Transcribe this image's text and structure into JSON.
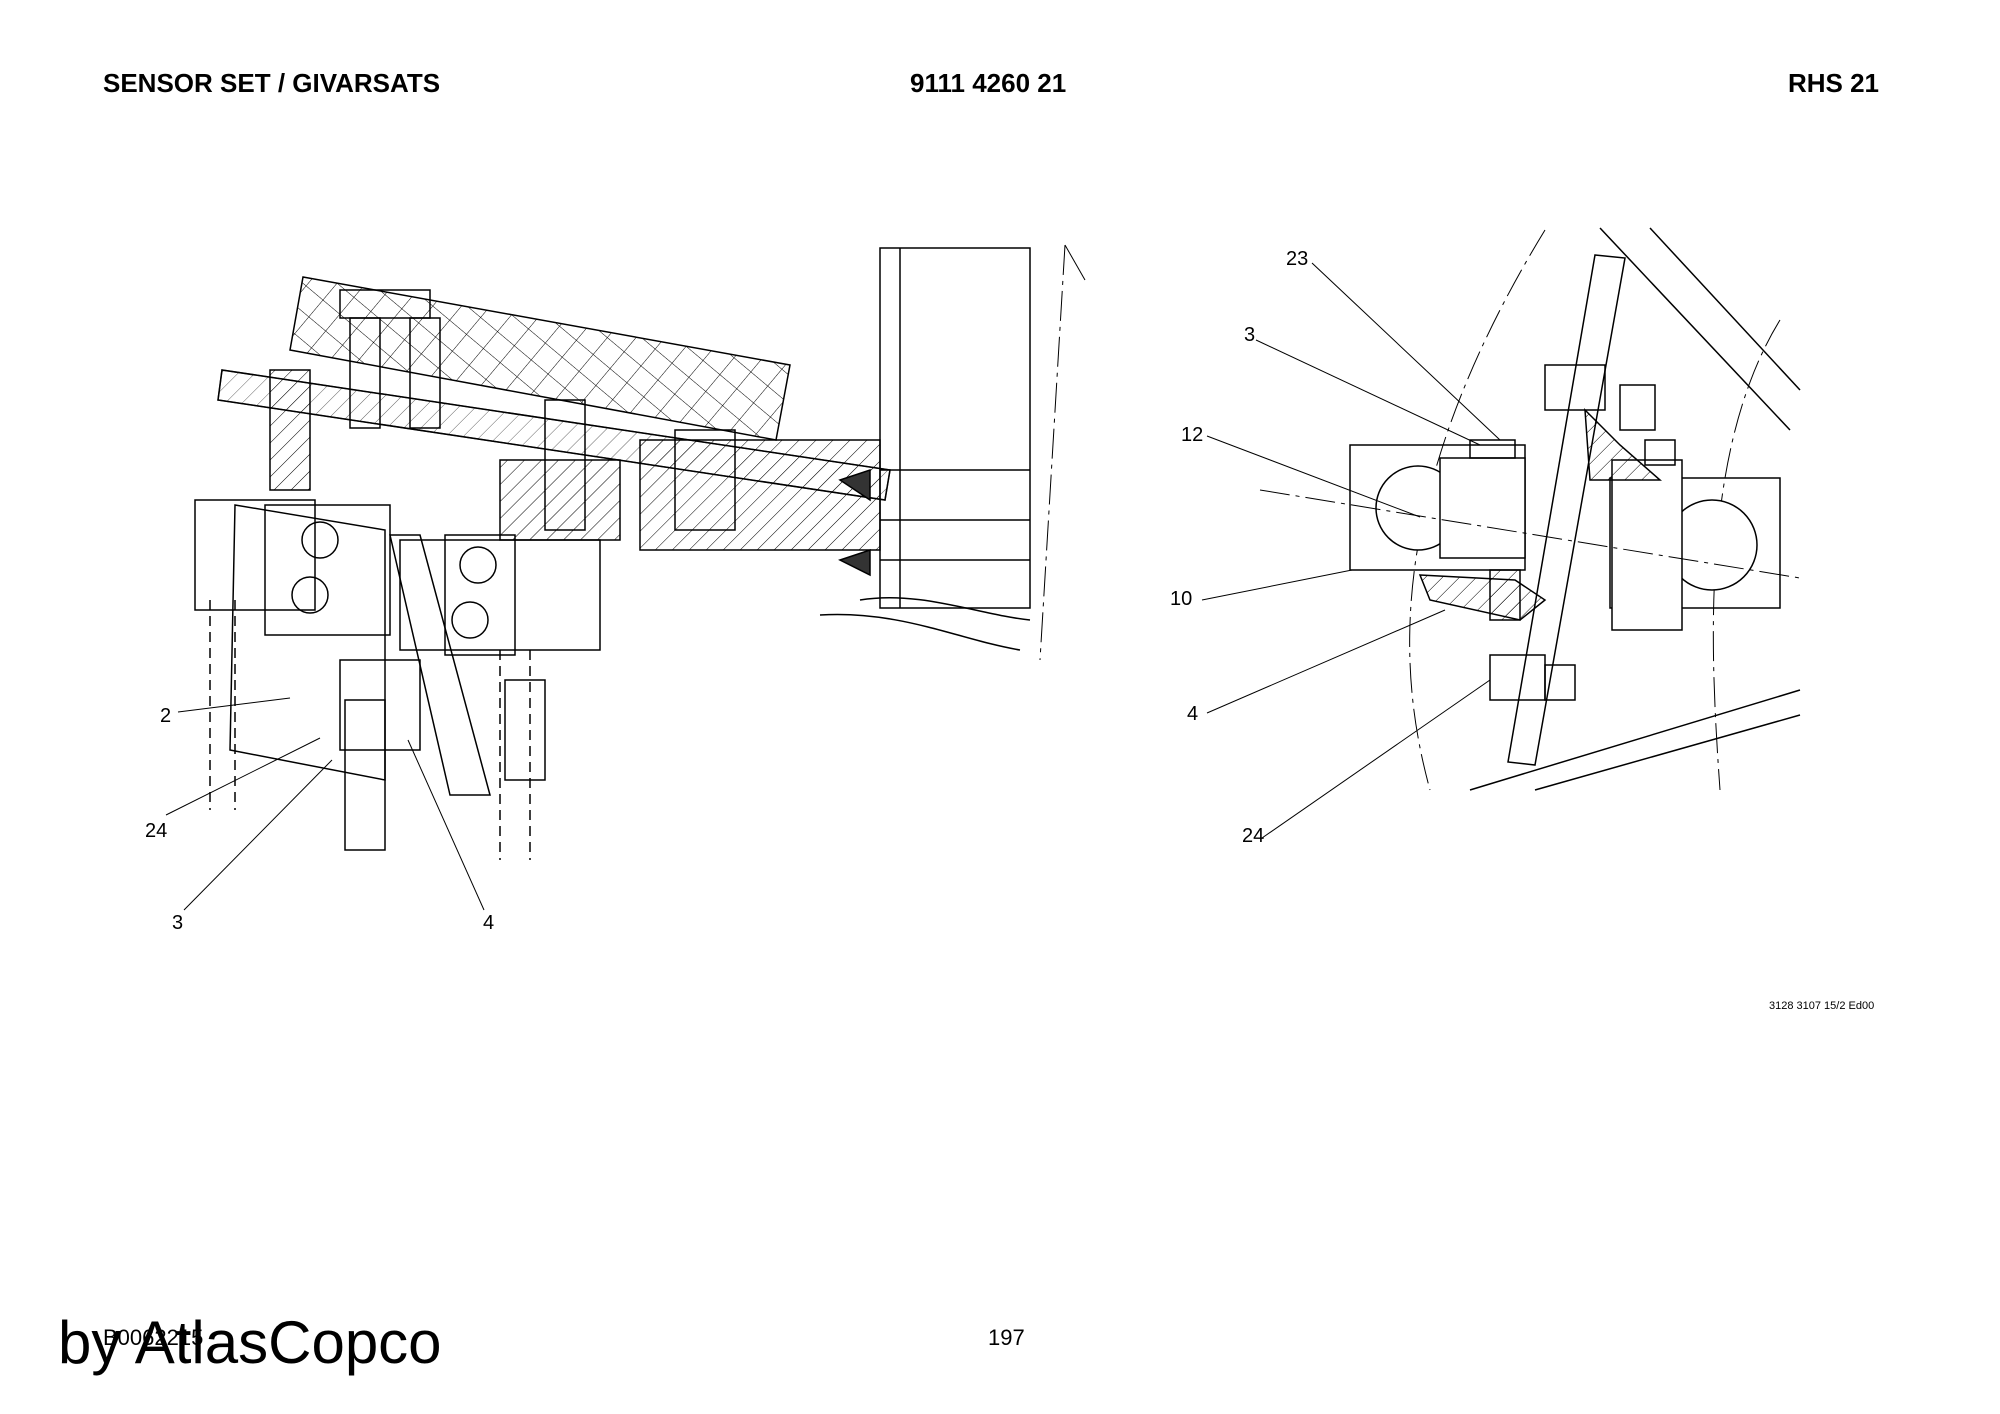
{
  "header": {
    "title": "SENSOR SET / GIVARSATS",
    "part_number": "9111 4260 21",
    "model": "RHS 21"
  },
  "left_view": {
    "callouts": [
      {
        "id": "c-left-2",
        "label": "2"
      },
      {
        "id": "c-left-24",
        "label": "24"
      },
      {
        "id": "c-left-3",
        "label": "3"
      },
      {
        "id": "c-left-4",
        "label": "4"
      }
    ]
  },
  "right_view": {
    "callouts": [
      {
        "id": "c-right-23",
        "label": "23"
      },
      {
        "id": "c-right-3",
        "label": "3"
      },
      {
        "id": "c-right-12",
        "label": "12"
      },
      {
        "id": "c-right-10",
        "label": "10"
      },
      {
        "id": "c-right-4",
        "label": "4"
      },
      {
        "id": "c-right-24",
        "label": "24"
      }
    ]
  },
  "footer": {
    "drawing_ref": "3128 3107 15/2 Ed00",
    "page_number": "197",
    "doc_code": "B0062215",
    "watermark": "by AtlasCopco"
  }
}
